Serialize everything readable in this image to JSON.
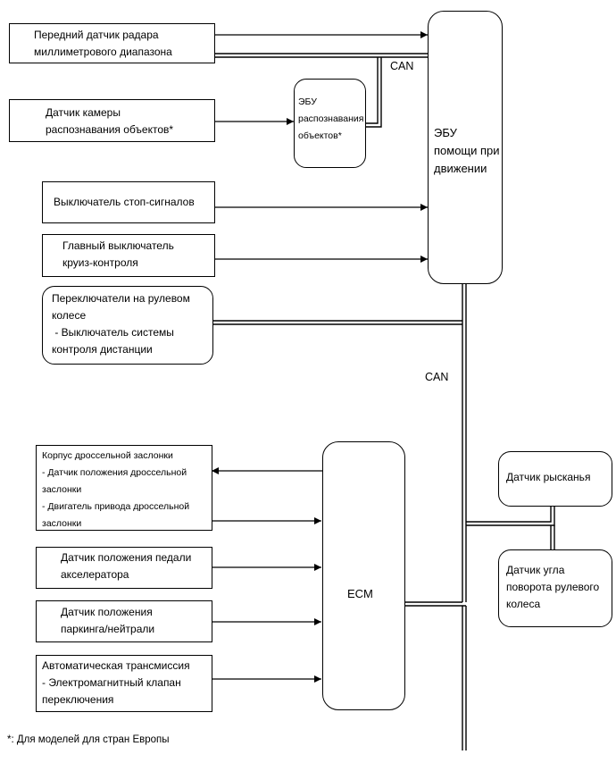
{
  "nodes": {
    "front_radar": {
      "lines": [
        "Передний датчик радара",
        "миллиметрового диапазона"
      ]
    },
    "camera_sensor": {
      "lines": [
        "Датчик камеры",
        "распознавания объектов*"
      ]
    },
    "object_ecu": {
      "lines": [
        "ЭБУ",
        "распознавания",
        "объектов*"
      ]
    },
    "driving_support_ecu": {
      "lines": [
        "ЭБУ",
        "помощи при",
        "движении"
      ]
    },
    "stop_light_switch": {
      "lines": [
        "Выключатель стоп-сигналов"
      ]
    },
    "cruise_main_switch": {
      "lines": [
        "Главный выключатель",
        "круиз-контроля"
      ]
    },
    "steering_switches": {
      "lines": [
        "Переключатели на рулевом",
        "колесе",
        " - Выключатель системы",
        "контроля дистанции"
      ]
    },
    "throttle_body": {
      "lines": [
        "Корпус дроссельной заслонки",
        "- Датчик положения дроссельной",
        "заслонки",
        "- Двигатель привода дроссельной",
        "заслонки"
      ]
    },
    "accel_pedal_sensor": {
      "lines": [
        "Датчик положения педали",
        "акселератора"
      ]
    },
    "park_neutral_sensor": {
      "lines": [
        "Датчик положения",
        "паркинга/нейтрали"
      ]
    },
    "auto_transmission": {
      "lines": [
        "Автоматическая трансмиссия",
        "- Электромагнитный клапан",
        "переключения"
      ]
    },
    "ecm": {
      "label": "ECM"
    },
    "yaw_sensor": {
      "lines": [
        "Датчик рысканья"
      ]
    },
    "steering_angle_sensor": {
      "lines": [
        "Датчик угла",
        "поворота рулевого",
        "колеса"
      ]
    }
  },
  "labels": {
    "can_top": "CAN",
    "can_mid": "CAN"
  },
  "footnote": "*: Для моделей для стран Европы"
}
